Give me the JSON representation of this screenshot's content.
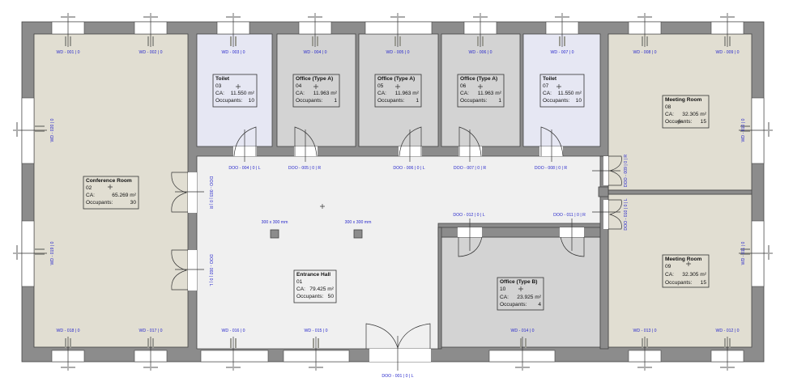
{
  "colors": {
    "wall": "#8c8c8c",
    "circulation": "#f0f0f0",
    "office": "#d3d3d3",
    "toilet": "#e6e7f3",
    "meeting": "#e1ded2",
    "tag_text": "#2a2acc"
  },
  "rooms": [
    {
      "name": "Entrance Hall",
      "number": "01",
      "area_label": "CA:",
      "area": "79.425 m²",
      "occupants_label": "Occupants:",
      "occupants": "50"
    },
    {
      "name": "Conference Room",
      "number": "02",
      "area_label": "CA:",
      "area": "65.269 m²",
      "occupants_label": "Occupants:",
      "occupants": "30"
    },
    {
      "name": "Toilet",
      "number": "03",
      "area_label": "CA:",
      "area": "11.550 m²",
      "occupants_label": "Occupants:",
      "occupants": "10"
    },
    {
      "name": "Office (Type A)",
      "number": "04",
      "area_label": "CA:",
      "area": "11.963 m²",
      "occupants_label": "Occupants:",
      "occupants": "1"
    },
    {
      "name": "Office (Type A)",
      "number": "05",
      "area_label": "CA:",
      "area": "11.963 m²",
      "occupants_label": "Occupants:",
      "occupants": "1"
    },
    {
      "name": "Office (Type A)",
      "number": "06",
      "area_label": "CA:",
      "area": "11.963 m²",
      "occupants_label": "Occupants:",
      "occupants": "1"
    },
    {
      "name": "Toilet",
      "number": "07",
      "area_label": "CA:",
      "area": "11.550 m²",
      "occupants_label": "Occupants:",
      "occupants": "10"
    },
    {
      "name": "Meeting Room",
      "number": "08",
      "area_label": "CA:",
      "area": "32.305 m²",
      "occupants_label": "Occupants:",
      "occupants": "15"
    },
    {
      "name": "Meeting Room",
      "number": "09",
      "area_label": "CA:",
      "area": "32.305 m²",
      "occupants_label": "Occupants:",
      "occupants": "15"
    },
    {
      "name": "Office (Type B)",
      "number": "10",
      "area_label": "CA:",
      "area": "23.925 m²",
      "occupants_label": "Occupants:",
      "occupants": "4"
    }
  ],
  "windows": [
    "WD - 001 | 0",
    "WD - 002 | 0",
    "WD - 003 | 0",
    "WD - 004 | 0",
    "WD - 005 | 0",
    "WD - 006 | 0",
    "WD - 007 | 0",
    "WD - 008 | 0",
    "WD - 009 | 0",
    "WD - 010 | 0",
    "WD - 011 | 0",
    "WD - 012 | 0",
    "WD - 013 | 0",
    "WD - 014 | 0",
    "WD - 015 | 0",
    "WD - 016 | 0",
    "WD - 017 | 0",
    "WD - 018 | 0",
    "WD - 019 | 0",
    "WD - 020 | 0"
  ],
  "doors": [
    "DOO - 001 | 0 | L",
    "DOO - 002 | 0 | L",
    "DOO - 003 | 0 | R",
    "DOO - 004 | 0 | L",
    "DOO - 005 | 0 | R",
    "DOO - 006 | 0 | L",
    "DOO - 007 | 0 | R",
    "DOO - 008 | 0 | R",
    "DOO - 009 | 0 | R",
    "DOO - 010 | 0 | L",
    "DOO - 011 | 0 | R",
    "DOO - 012 | 0 | L"
  ],
  "columns": [
    "300 x 300 mm",
    "300 x 300 mm"
  ]
}
